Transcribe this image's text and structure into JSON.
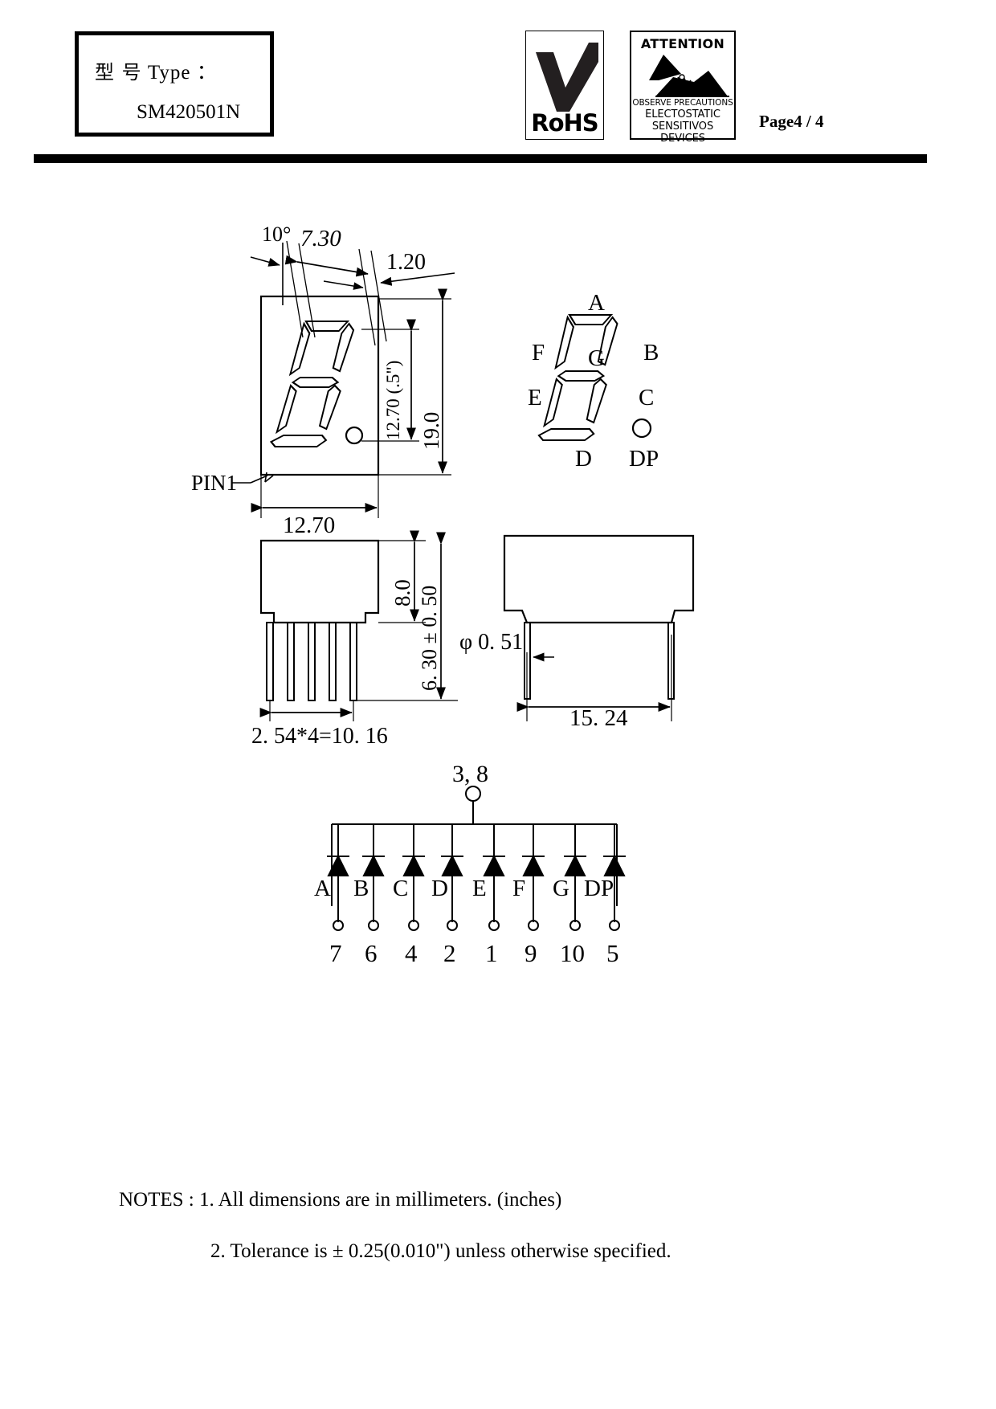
{
  "header": {
    "type_label_cjk": "型 号",
    "type_label_en": "Type ：",
    "part_number": "SM420501N",
    "rohs_text": "RoHS",
    "esd": {
      "title": "ATTENTION",
      "line1": "OBSERVE PRECAUTIONS",
      "line2": "ELECTOSTATIC",
      "line3": "SENSITIVOS DEVICES"
    },
    "page": "Page4 / 4"
  },
  "drawing": {
    "front_view": {
      "dim_angle": "10°",
      "dim_top_width": "7.30",
      "dim_stroke": "1.20",
      "dim_digit_height": "12.70 (.5\")",
      "dim_body_height": "19.0",
      "dim_body_width": "12.70",
      "pin1_label": "PIN1"
    },
    "segment_map": {
      "a": "A",
      "b": "B",
      "c": "C",
      "d": "D",
      "e": "E",
      "f": "F",
      "g": "G",
      "dp": "DP"
    },
    "side_view": {
      "dim_body_thickness": "8.0",
      "dim_lead_length": "6. 30 ± 0. 50",
      "dim_pin_pitch": "2. 54*4=10. 16"
    },
    "end_view": {
      "dim_lead_dia": "φ 0. 51",
      "dim_width": "15. 24"
    },
    "schematic": {
      "common_pins": "3, 8",
      "segments": [
        "A",
        "B",
        "C",
        "D",
        "E",
        "F",
        "G",
        "DP"
      ],
      "pin_numbers": [
        "7",
        "6",
        "4",
        "2",
        "1",
        "9",
        "10",
        "5"
      ]
    }
  },
  "notes": {
    "line1": "NOTES : 1. All dimensions are in millimeters. (inches)",
    "line2": "2. Tolerance is  ±  0.25(0.010\") unless otherwise specified."
  }
}
